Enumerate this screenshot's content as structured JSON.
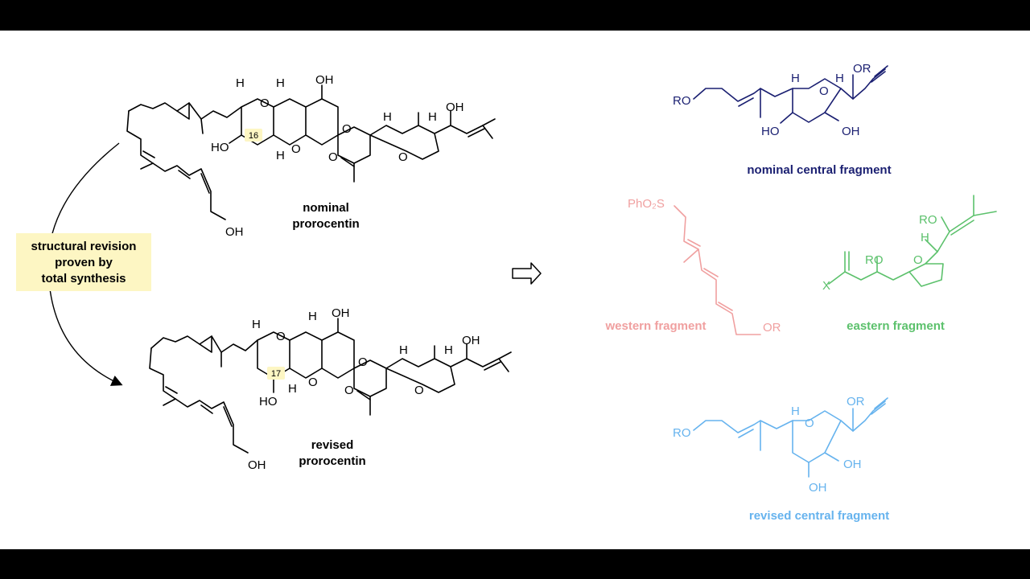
{
  "colors": {
    "background": "#ffffff",
    "letterbox": "#000000",
    "highlight": "#fdf6c3",
    "nominal_fragment": "#1a1f71",
    "western_fragment": "#f0a0a0",
    "eastern_fragment": "#5cc16c",
    "revised_fragment": "#66b3ee"
  },
  "nominal": {
    "caption_line1": "nominal",
    "caption_line2": "prorocentin",
    "position_label": "16",
    "atoms": {
      "O_ring1": "O",
      "O_ring2": "O",
      "O_spiro": "O",
      "O_pyran": "O",
      "O_thf": "O",
      "OH_top": "OH",
      "HO_left": "HO",
      "OH_side": "OH",
      "OH_end": "OH",
      "H1": "H",
      "H2": "H",
      "H3": "H",
      "H4": "H",
      "H5": "H"
    }
  },
  "revision": {
    "line1": "structural revision",
    "line2": "proven by",
    "line3": "total synthesis"
  },
  "revised": {
    "caption_line1": "revised",
    "caption_line2": "prorocentin",
    "position_label": "17",
    "atoms": {
      "O_ring1": "O",
      "O_ring2": "O",
      "O_spiro": "O",
      "O_pyran": "O",
      "O_thf": "O",
      "OH_top": "OH",
      "HO_bottom": "HO",
      "OH_side": "OH",
      "OH_end": "OH",
      "H1": "H",
      "H2": "H",
      "H3": "H",
      "H4": "H",
      "H5": "H"
    }
  },
  "arrow_icon": "retrosynthesis-arrow-icon",
  "nominal_fragment": {
    "caption": "nominal central fragment",
    "atoms": {
      "RO": "RO",
      "O_ring": "O",
      "OR": "OR",
      "HO": "HO",
      "OH": "OH",
      "H1": "H",
      "H2": "H"
    }
  },
  "western_fragment": {
    "caption": "western fragment",
    "atoms": {
      "PhO2S": "PhO₂S",
      "OR": "OR"
    }
  },
  "eastern_fragment": {
    "caption": "eastern fragment",
    "atoms": {
      "RO_top": "RO",
      "RO_mid": "RO",
      "X": "X",
      "O_thf": "O",
      "H": "H"
    }
  },
  "revised_fragment": {
    "caption": "revised central fragment",
    "atoms": {
      "RO": "RO",
      "O_ring": "O",
      "OR": "OR",
      "OH_side": "OH",
      "OH_bottom": "OH",
      "H1": "H"
    }
  }
}
